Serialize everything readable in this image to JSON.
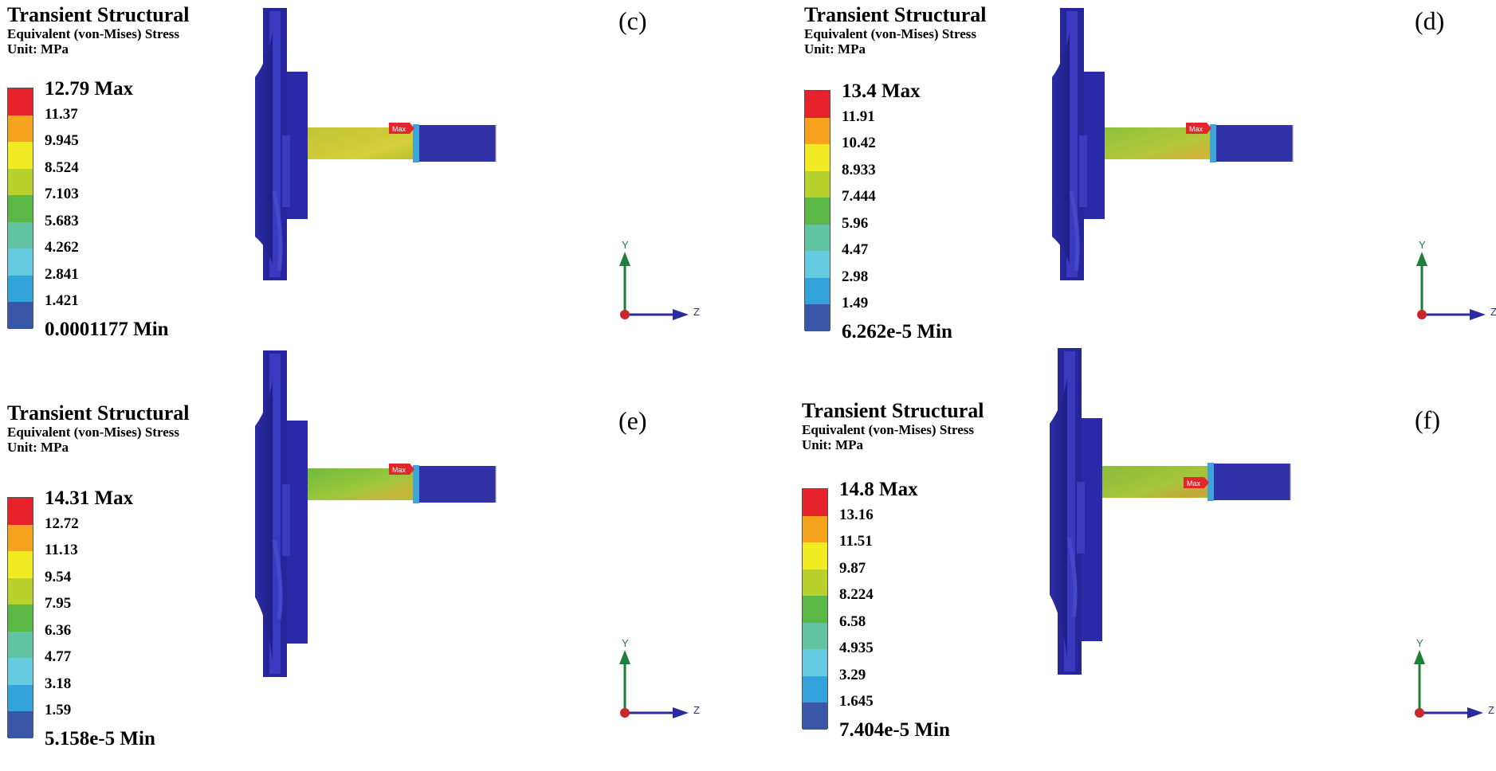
{
  "colors": {
    "legend": [
      "#e8222a",
      "#f5a21f",
      "#f2ea22",
      "#b8d12c",
      "#5cb845",
      "#62c3a2",
      "#64cbe0",
      "#33a3dc",
      "#3a56a7"
    ],
    "impeller": "#26269a",
    "shaft_blue": "#2d2da6",
    "axis_y": "#1e7f3a",
    "axis_z": "#2b2ba0",
    "origin": "#c8282c"
  },
  "icons": {
    "max_marker": "max-flag-icon",
    "origin": "origin-dot-icon"
  },
  "panels": [
    {
      "letter": "(c)",
      "title": "Transient Structural",
      "subtitle": "Equivalent (von-Mises) Stress",
      "unit": "Unit: MPa",
      "legend": [
        "12.79 Max",
        "11.37",
        "9.945",
        "8.524",
        "7.103",
        "5.683",
        "4.262",
        "2.841",
        "1.421",
        "0.0001177 Min"
      ],
      "max_tag": "Max",
      "axis_y": "Y",
      "axis_z": "Z"
    },
    {
      "letter": "(d)",
      "title": "Transient Structural",
      "subtitle": "Equivalent (von-Mises) Stress",
      "unit": "Unit: MPa",
      "legend": [
        "13.4 Max",
        "11.91",
        "10.42",
        "8.933",
        "7.444",
        "5.96",
        "4.47",
        "2.98",
        "1.49",
        "6.262e-5 Min"
      ],
      "max_tag": "Max",
      "axis_y": "Y",
      "axis_z": "Z"
    },
    {
      "letter": "(e)",
      "title": "Transient Structural",
      "subtitle": "Equivalent (von-Mises) Stress",
      "unit": "Unit: MPa",
      "legend": [
        "14.31 Max",
        "12.72",
        "11.13",
        "9.54",
        "7.95",
        "6.36",
        "4.77",
        "3.18",
        "1.59",
        "5.158e-5 Min"
      ],
      "max_tag": "Max",
      "axis_y": "Y",
      "axis_z": "Z"
    },
    {
      "letter": "(f)",
      "title": "Transient Structural",
      "subtitle": "Equivalent (von-Mises) Stress",
      "unit": "Unit: MPa",
      "legend": [
        "14.8 Max",
        "13.16",
        "11.51",
        "9.87",
        "8.224",
        "6.58",
        "4.935",
        "3.29",
        "1.645",
        "7.404e-5 Min"
      ],
      "max_tag": "Max",
      "axis_y": "Y",
      "axis_z": "Z"
    }
  ]
}
